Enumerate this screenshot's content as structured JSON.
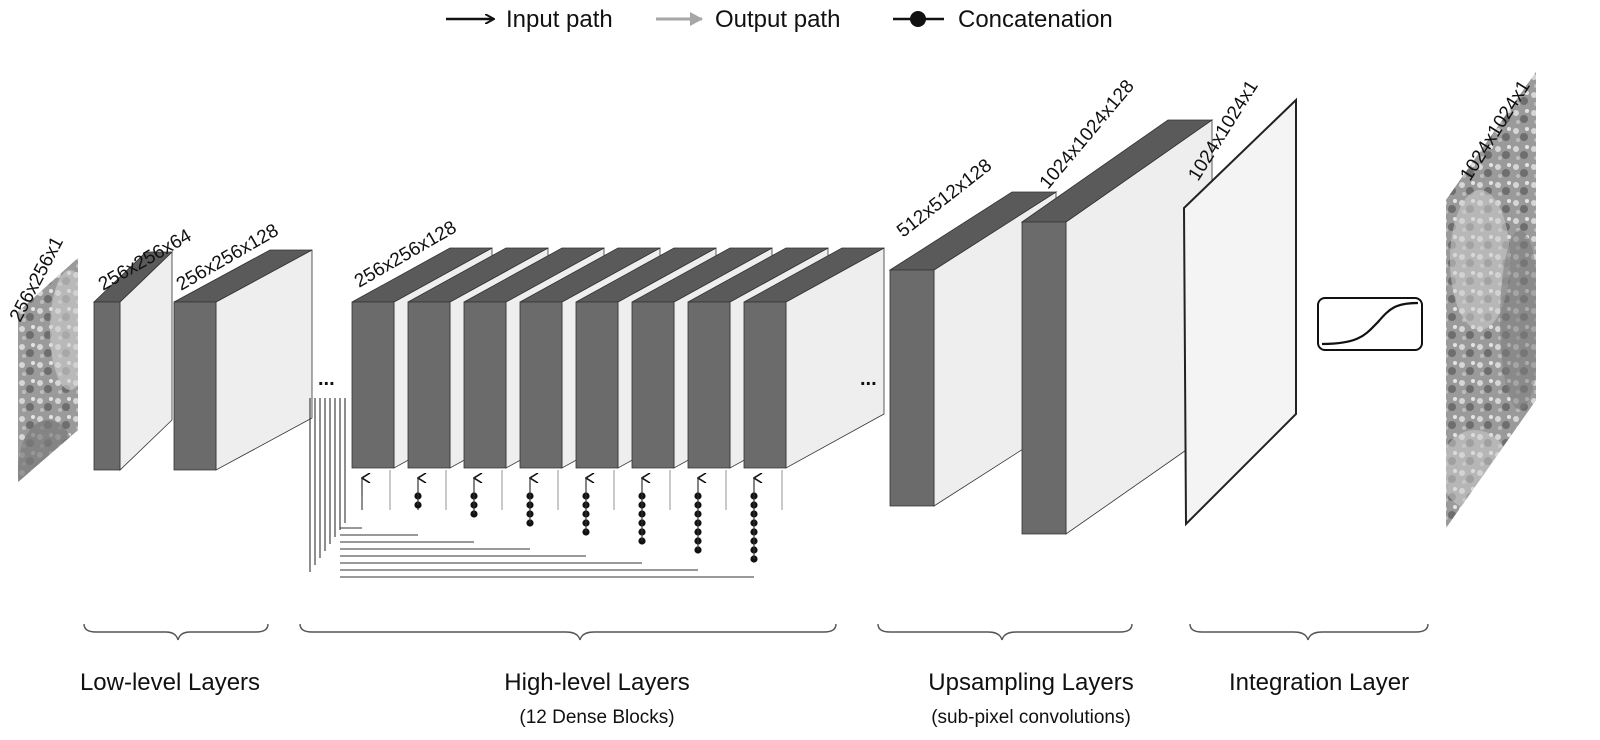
{
  "legend": [
    {
      "label": "Input path",
      "kind": "arrow",
      "color": "#111111"
    },
    {
      "label": "Output path",
      "kind": "arrow",
      "color": "#a6a6a6"
    },
    {
      "label": "Concatenation",
      "kind": "dot",
      "color": "#111111"
    }
  ],
  "colors": {
    "block_face": "#eeeeee",
    "block_side": "#6b6b6b",
    "block_top": "#5a5a5a",
    "lines": "#444444",
    "image_dark": "#7f7f7f",
    "image_light": "#c9c9c9"
  },
  "input_image": {
    "label": "256x256x1"
  },
  "output_image": {
    "label": "1024x1024x1"
  },
  "low_level": {
    "blocks": [
      {
        "label": "256x256x64"
      },
      {
        "label": "256x256x128"
      }
    ],
    "group_label": "Low-level Layers"
  },
  "high_level": {
    "block_label": "256x256x128",
    "block_count_drawn": 8,
    "ellipsis": "...",
    "group_label": "High-level Layers",
    "group_sublabel": "(12 Dense Blocks)"
  },
  "upsampling": {
    "ellipsis": "...",
    "blocks": [
      {
        "label": "512x512x128"
      },
      {
        "label": "1024x1024x128"
      }
    ],
    "group_label": "Upsampling Layers",
    "group_sublabel": "(sub-pixel convolutions)"
  },
  "integration": {
    "block": {
      "label": "1024x1024x1"
    },
    "activation_icon": "sigmoid-curve-icon",
    "group_label": "Integration Layer"
  }
}
